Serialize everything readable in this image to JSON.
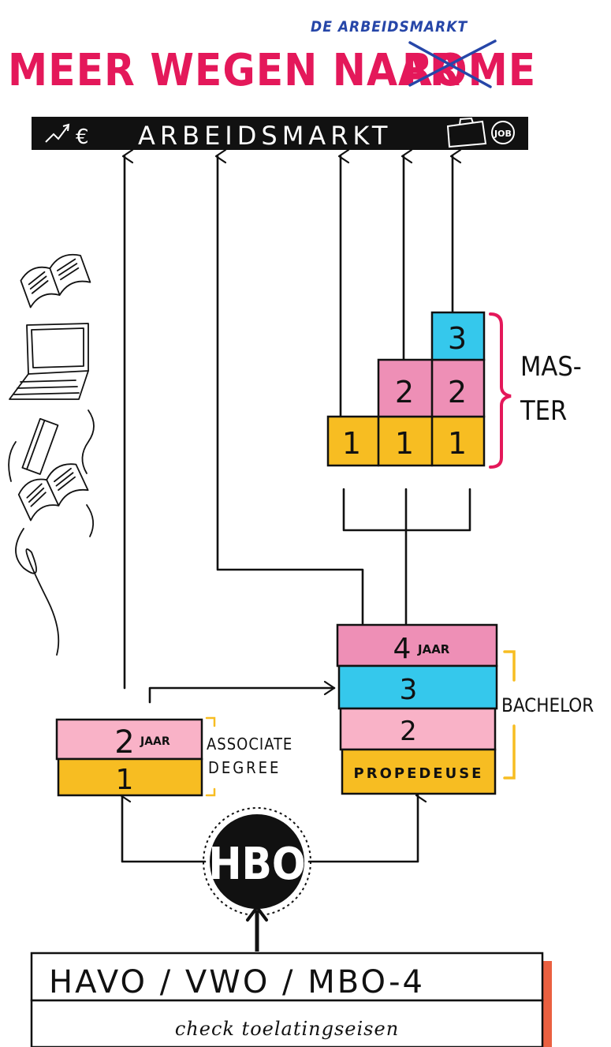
{
  "title": {
    "main": "MEER WEGEN NAAR",
    "struck": "ROME",
    "replacement": "DE ARBEIDSMARKT"
  },
  "banner": {
    "label": "ARBEIDSMARKT",
    "left_icon": "chart-euro-icon",
    "right_icons": [
      "briefcase-icon",
      "job-bubble-icon"
    ]
  },
  "master": {
    "label_line1": "MAS-",
    "label_line2": "TER",
    "tracks": [
      [
        "1"
      ],
      [
        "1",
        "2"
      ],
      [
        "1",
        "2",
        "3"
      ]
    ]
  },
  "bachelor": {
    "label": "BACHELOR",
    "years": [
      {
        "number": "4",
        "suffix": "JAAR"
      },
      {
        "number": "3",
        "suffix": ""
      },
      {
        "number": "2",
        "suffix": ""
      },
      {
        "number": "",
        "suffix": "PROPEDEUSE"
      }
    ]
  },
  "associate": {
    "label_line1": "ASSOCIATE",
    "label_line2": "DEGREE",
    "years": [
      {
        "number": "2",
        "suffix": "JAAR"
      },
      {
        "number": "1",
        "suffix": ""
      }
    ]
  },
  "hub": {
    "label": "HBO"
  },
  "entry": {
    "label": "HAVO / VWO / MBO-4",
    "note": "check toelatingseisen"
  },
  "decorations": [
    "open-book-icon",
    "laptop-icon",
    "closed-book-icon",
    "open-book-icon"
  ],
  "colors": {
    "title": "#e4185a",
    "title_note": "#2646a8",
    "pink": "#ee8fb6",
    "light_pink": "#f9b2c7",
    "cyan": "#35c8ec",
    "yellow": "#f7bd22",
    "bracket_pink": "#e4185a",
    "bracket_yellow": "#f7bd22",
    "shadow": "#ea6040"
  }
}
